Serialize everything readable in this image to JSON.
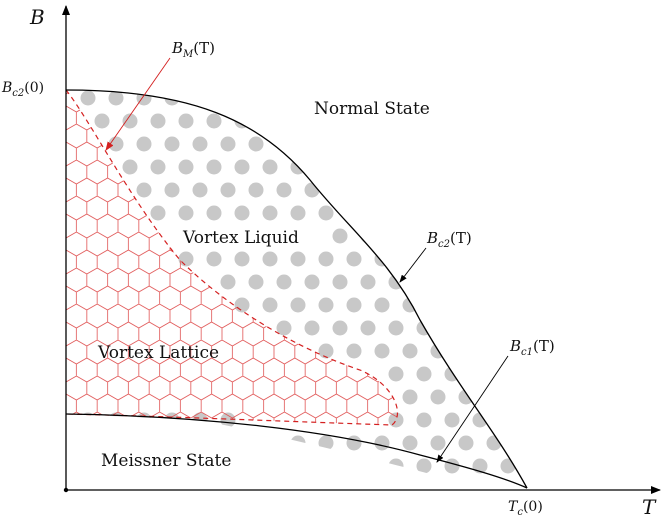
{
  "axes": {
    "x_label": "T",
    "y_label": "B",
    "x_tick": {
      "base": "T",
      "sub": "c",
      "tail": "(0)"
    },
    "y_tick": {
      "base": "B",
      "sub": "c2",
      "tail": "(0)"
    }
  },
  "regions": {
    "normal": "Normal State",
    "vortex_liquid": "Vortex Liquid",
    "vortex_lattice": "Vortex Lattice",
    "meissner": "Meissner State"
  },
  "curves": {
    "bm": {
      "base": "B",
      "sub": "M",
      "tail": "(T)"
    },
    "bc2": {
      "base": "B",
      "sub": "c2",
      "tail": "(T)"
    },
    "bc1": {
      "base": "B",
      "sub": "c1",
      "tail": "(T)"
    }
  },
  "colors": {
    "axis": "#000000",
    "curve": "#000000",
    "lattice": "#e05555",
    "melting_line": "#d42020",
    "vortex_dot": "#c8c8c8"
  }
}
